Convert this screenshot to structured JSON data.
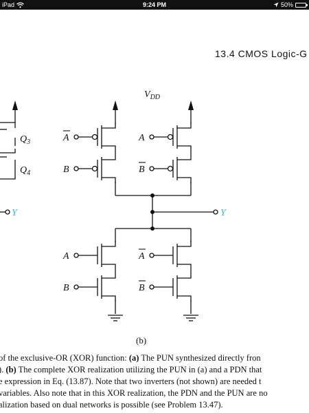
{
  "status_bar": {
    "device": "iPad",
    "time": "9:24 PM",
    "battery_text": "50%",
    "battery_level": 0.5
  },
  "page": {
    "section_title": "13.4 CMOS Logic-G"
  },
  "figure": {
    "vdd_label": "V",
    "vdd_subscript": "DD",
    "left_partial": {
      "q3": "Q",
      "q3_sub": "3",
      "q4": "Q",
      "q4_sub": "4",
      "y": "Y"
    },
    "pun_left": {
      "top_input": "A",
      "top_input_bar": true,
      "bottom_input": "B",
      "bottom_input_bar": false
    },
    "pun_right": {
      "top_input": "A",
      "top_input_bar": false,
      "bottom_input": "B",
      "bottom_input_bar": true
    },
    "pdn_left": {
      "top_input": "A",
      "top_input_bar": false,
      "bottom_input": "B",
      "bottom_input_bar": false
    },
    "pdn_right": {
      "top_input": "A",
      "top_input_bar": true,
      "bottom_input": "B",
      "bottom_input_bar": true
    },
    "output_label": "Y",
    "panel_label": "(b)",
    "colors": {
      "ink": "#111111",
      "output": "#36b7e0"
    }
  },
  "caption": {
    "line1": [
      {
        "text": "of the exclusive-OR (XOR) function: ",
        "bold": false
      },
      {
        "text": "(a)",
        "bold": true
      },
      {
        "text": " The PUN synthesized directly fron",
        "bold": false
      }
    ],
    "line2": [
      {
        "text": "). ",
        "bold": false
      },
      {
        "text": "(b)",
        "bold": true
      },
      {
        "text": " The complete XOR realization utilizing the PUN in (a) and a PDN that",
        "bold": false
      }
    ],
    "line3": "e expression in Eq. (13.87). Note that two inverters (not shown) are needed t",
    "line4": "variables. Also note that in this XOR realization, the PDN and the PUN are no",
    "line5": "alization based on dual networks is possible (see Problem 13.47)."
  }
}
